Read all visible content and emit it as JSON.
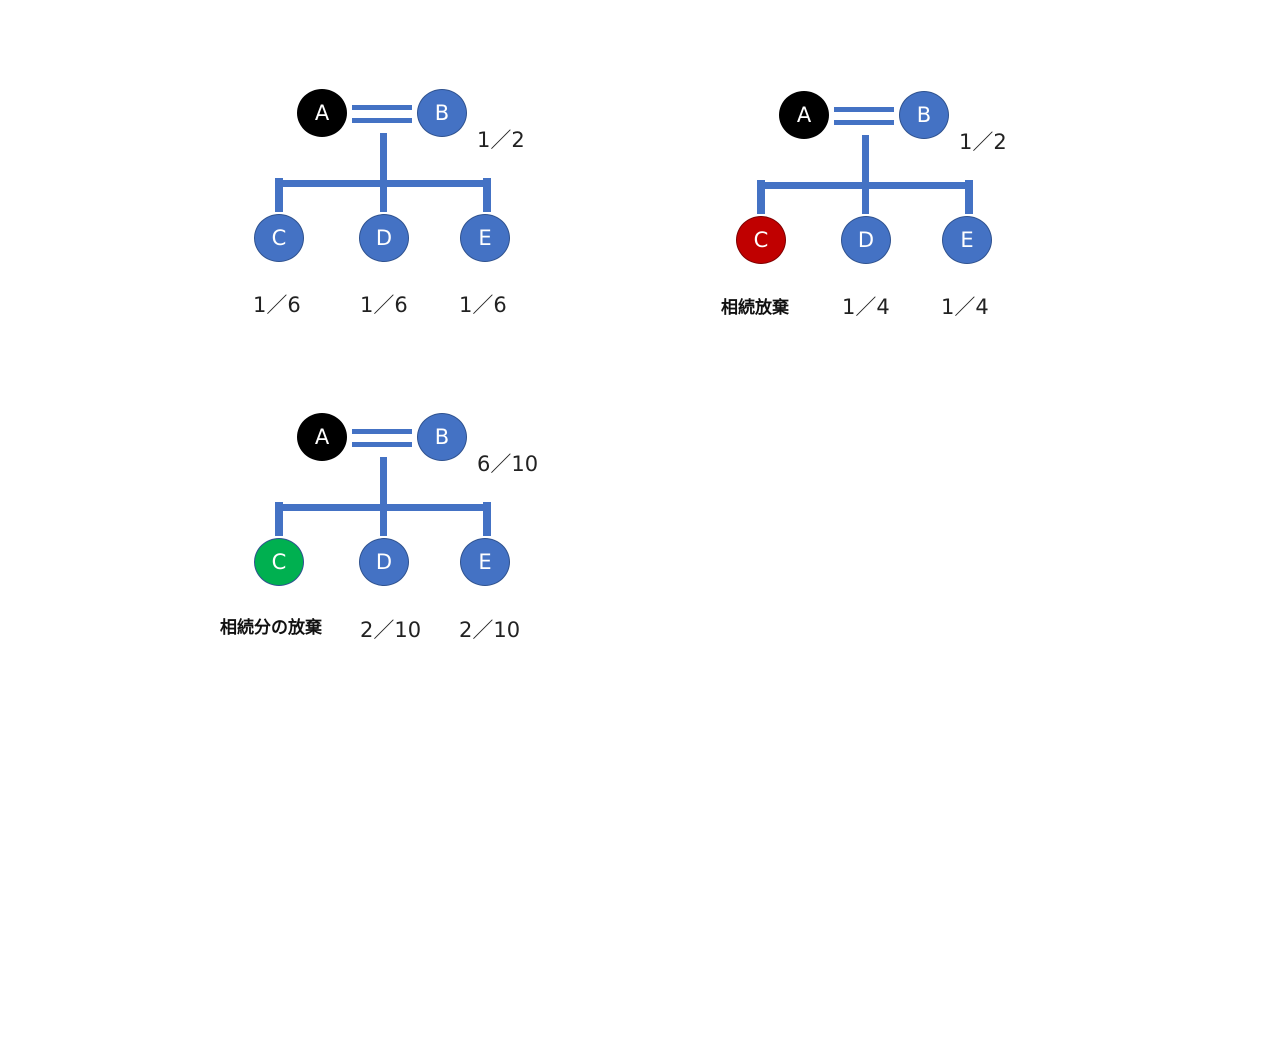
{
  "colors": {
    "spouse_a": "#000000",
    "default_node": "#4472c4",
    "renounced_node": "#c00000",
    "partial_renounce_node": "#00b050",
    "line": "#4472c4"
  },
  "diagrams": [
    {
      "id": "base",
      "nodes": {
        "A": "A",
        "B": "B",
        "C": "C",
        "D": "D",
        "E": "E"
      },
      "shares": {
        "B": "1／2",
        "C": "1／6",
        "D": "1／6",
        "E": "1／6"
      },
      "c_state": "default",
      "c_note": ""
    },
    {
      "id": "renunciation",
      "nodes": {
        "A": "A",
        "B": "B",
        "C": "C",
        "D": "D",
        "E": "E"
      },
      "shares": {
        "B": "1／2",
        "C": "",
        "D": "1／4",
        "E": "1／4"
      },
      "c_state": "renounced",
      "c_note": "相続放棄"
    },
    {
      "id": "share-renunciation",
      "nodes": {
        "A": "A",
        "B": "B",
        "C": "C",
        "D": "D",
        "E": "E"
      },
      "shares": {
        "B": "6／10",
        "C": "",
        "D": "2／10",
        "E": "2／10"
      },
      "c_state": "partial",
      "c_note": "相続分の放棄"
    }
  ]
}
